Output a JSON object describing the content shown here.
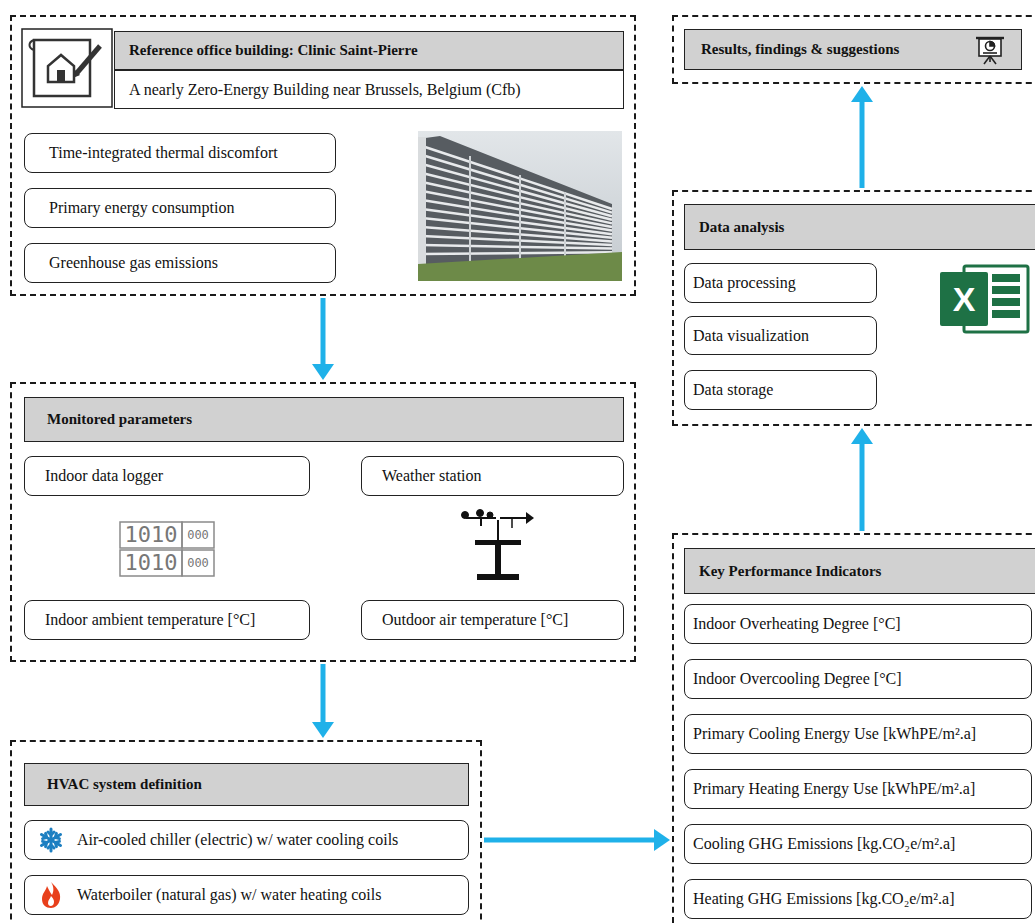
{
  "diagram": {
    "nodes": [
      {
        "text": [
          "Reference office building: Clinic Saint-Pierre"
        ]
      },
      {
        "text": [
          "A nearly Zero-Energy Building near Brussels, Belgium (Cfb)"
        ],
        "in": 0
      },
      {
        "text": [
          "Time-integrated thermal discomfort"
        ],
        "in": 0
      },
      {
        "text": [
          "Primary energy consumption"
        ],
        "in": 0
      },
      {
        "text": [
          "Greenhouse gas emissions"
        ],
        "in": 0
      },
      {
        "text": [
          "Monitored parameters"
        ]
      },
      {
        "text": [
          "Indoor data logger"
        ],
        "in": 5
      },
      {
        "text": [
          "Weather station"
        ],
        "in": 5
      },
      {
        "text": [
          "Indoor ambient temperature [°C]"
        ],
        "in": 5
      },
      {
        "text": [
          "Outdoor air temperature [°C]"
        ],
        "in": 5
      },
      {
        "text": [
          "HVAC system definition"
        ]
      },
      {
        "text": [
          "Air-cooled chiller (electric) w/ water cooling coils"
        ],
        "in": 10
      },
      {
        "text": [
          "Waterboiler (natural gas) w/ water heating coils"
        ],
        "in": 10
      },
      {
        "text": [
          "Results, findings & suggestions"
        ]
      },
      {
        "text": [
          "Data analysis"
        ]
      },
      {
        "text": [
          "Data processing"
        ],
        "in": 14
      },
      {
        "text": [
          "Data visualization"
        ],
        "in": 14
      },
      {
        "text": [
          "Data storage"
        ],
        "in": 14
      },
      {
        "text": [
          "Key Performance Indicators"
        ]
      },
      {
        "text": [
          "Indoor Overheating Degree [°C]"
        ],
        "in": 18
      },
      {
        "text": [
          "Indoor Overcooling Degree [°C]"
        ],
        "in": 18
      },
      {
        "text": [
          "Primary Cooling Energy Use [kWhPE/m².a]"
        ],
        "in": 18
      },
      {
        "text": [
          "Primary Heating Energy Use [kWhPE/m².a]"
        ],
        "in": 18
      },
      {
        "text": [
          "Cooling GHG Emissions [kg.CO₂e/m².a]"
        ],
        "in": 18
      },
      {
        "text": [
          "Heating GHG Emissions [kg.CO₂e/m².a]"
        ],
        "in": 18
      }
    ],
    "edges": [
      {
        "from": 0,
        "to": 5,
        "arrow": "to"
      },
      {
        "from": 5,
        "to": 10,
        "arrow": "to"
      },
      {
        "from": 10,
        "to": 18,
        "arrow": "to"
      },
      {
        "from": 18,
        "to": 14,
        "arrow": "to"
      },
      {
        "from": 14,
        "to": 13,
        "arrow": "to"
      }
    ],
    "labels": [
      "1010",
      "000",
      "1010",
      "000",
      "X"
    ]
  }
}
